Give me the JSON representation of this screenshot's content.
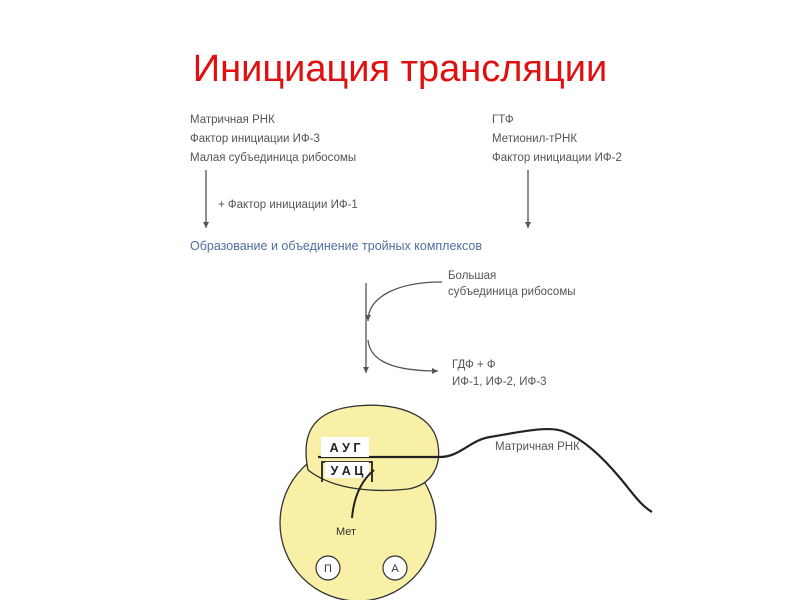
{
  "title": "Инициация трансляции",
  "left_inputs": [
    "Матричная РНК",
    "Фактор инициации ИФ-3",
    "Малая субъединица рибосомы"
  ],
  "right_inputs": [
    "ГТФ",
    "Метионил-тРНК",
    "Фактор инициации ИФ-2"
  ],
  "left_arrow_label": "+ Фактор инициации ИФ-1",
  "complex_formation": "Образование и объединение тройных комплексов",
  "large_subunit": [
    "Большая",
    "субъединица рибосомы"
  ],
  "released": [
    "ГДФ + Ф",
    "ИФ-1, ИФ-2, ИФ-3"
  ],
  "ribosome": {
    "codon": "А У Г",
    "anticodon": "У А Ц",
    "amino_acid": "Мет",
    "site_p": "П",
    "site_a": "А",
    "mrna_label": "Матричная РНК"
  },
  "colors": {
    "title": "#e01010",
    "ribosome_fill": "#f7f0a6",
    "complex_text": "#4f6f9f"
  }
}
